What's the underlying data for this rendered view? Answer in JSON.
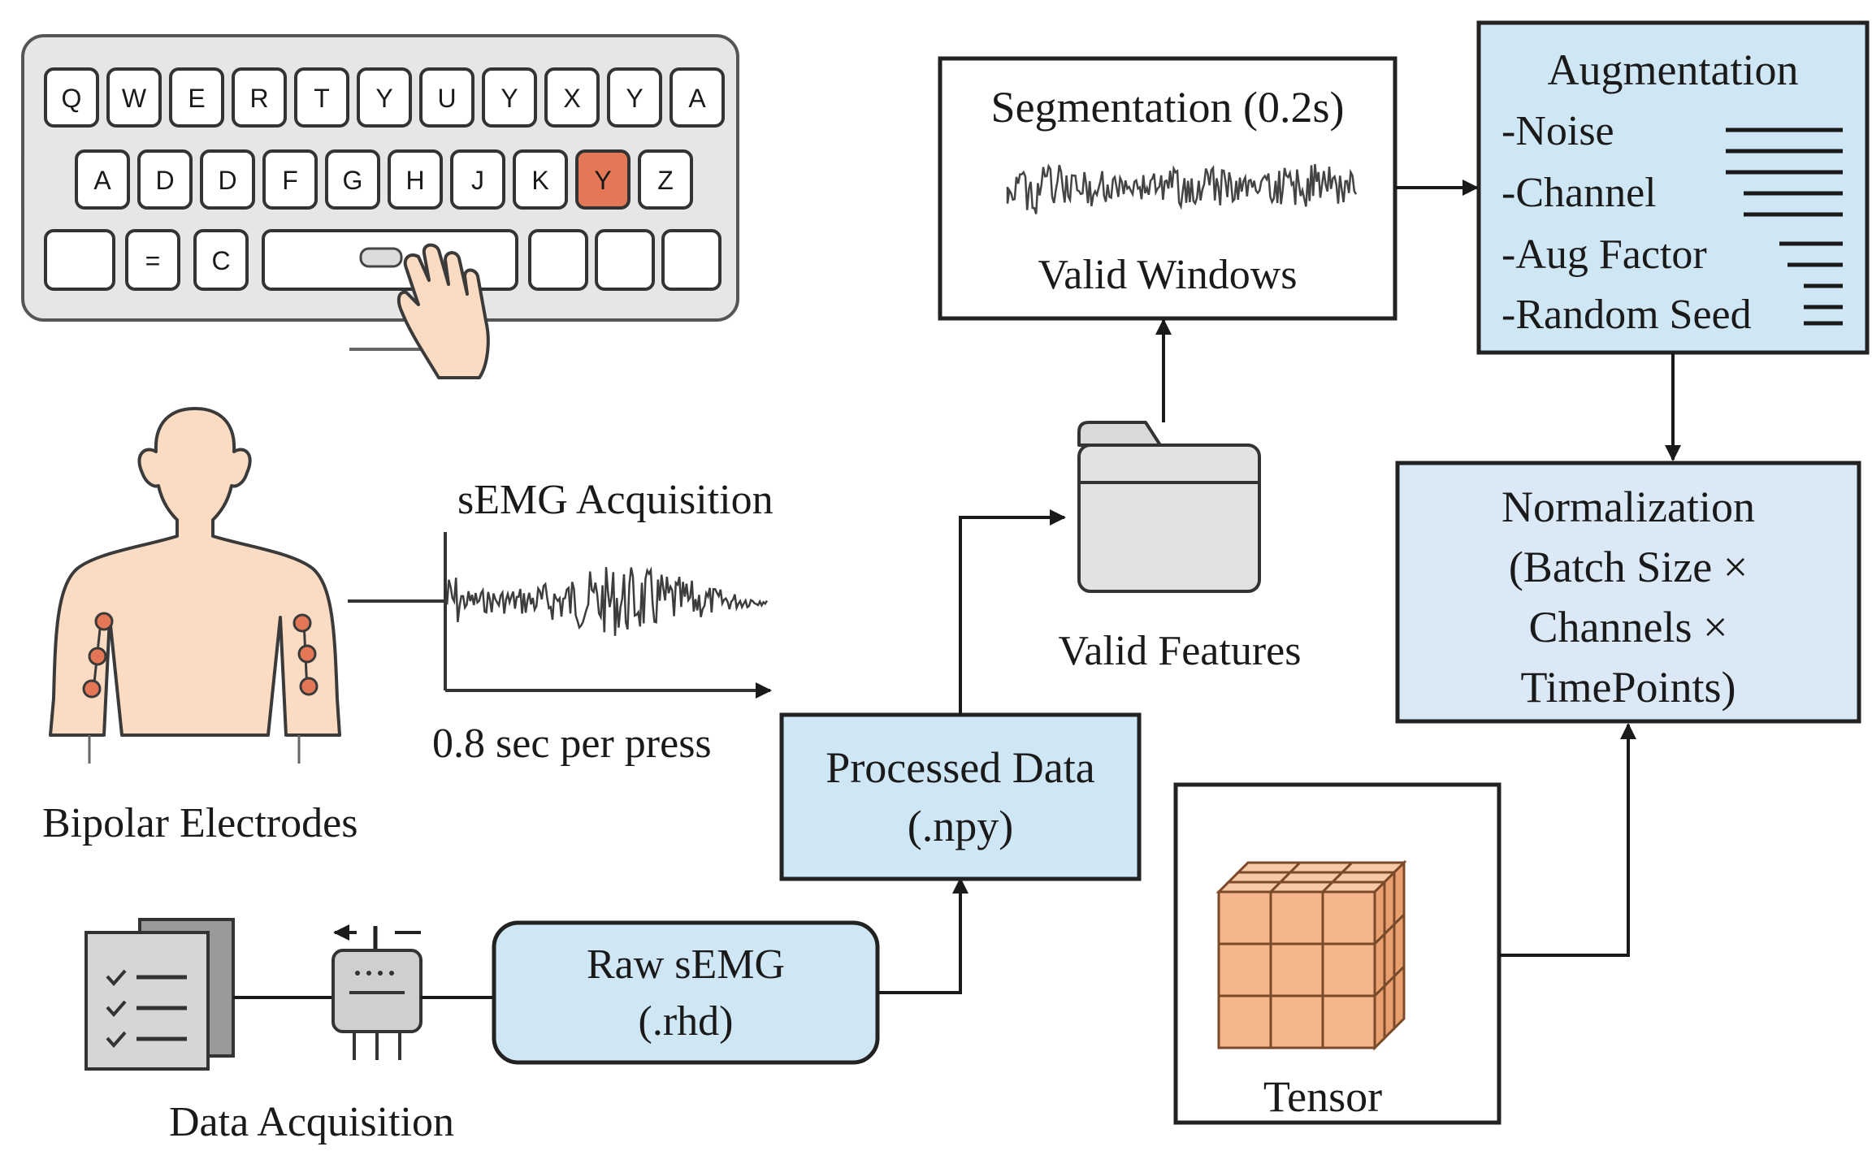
{
  "colors": {
    "box_blue": "#cfe6f4",
    "box_blue_light": "#dbe8f6",
    "key_highlight": "#e37756",
    "skin": "#fbdcc3",
    "electrode": "#e37756",
    "tensor_cube": "#f4b68a",
    "keyboard_body": "#e6e6e6"
  },
  "keyboard": {
    "row1": [
      "Q",
      "W",
      "E",
      "R",
      "T",
      "Y",
      "U",
      "Y",
      "X",
      "Y",
      "A"
    ],
    "row2": [
      "A",
      "D",
      "D",
      "F",
      "G",
      "H",
      "J",
      "K",
      "Y",
      "Z"
    ],
    "row3_small": [
      "",
      "=",
      "C"
    ],
    "highlighted_key": "Y"
  },
  "electrodes": {
    "label": "Bipolar Electrodes"
  },
  "semg": {
    "title": "sEMG Acquisition",
    "caption": "0.8 sec per press"
  },
  "acquisition": {
    "label": "Data Acquisition"
  },
  "raw": {
    "line1": "Raw sEMG",
    "line2": "(.rhd)"
  },
  "processed": {
    "line1": "Processed Data",
    "line2": "(.npy)"
  },
  "features": {
    "label": "Valid Features"
  },
  "segmentation": {
    "title": "Segmentation (0.2s)",
    "subtitle": "Valid Windows"
  },
  "augmentation": {
    "title": "Augmentation",
    "items": [
      "-Noise",
      "-Channel",
      "-Aug Factor",
      "-Random Seed"
    ]
  },
  "normalization": {
    "lines": [
      "Normalization",
      "(Batch Size ×",
      "Channels ×",
      "TimePoints)"
    ]
  },
  "tensor": {
    "label": "Tensor"
  },
  "icons": {
    "keyboard": "keyboard-icon",
    "hand": "hand-press-icon",
    "body": "human-torso-icon",
    "documents": "document-stack-icon",
    "device": "acquisition-device-icon",
    "folder": "folder-icon",
    "cube": "tensor-cube-icon"
  }
}
